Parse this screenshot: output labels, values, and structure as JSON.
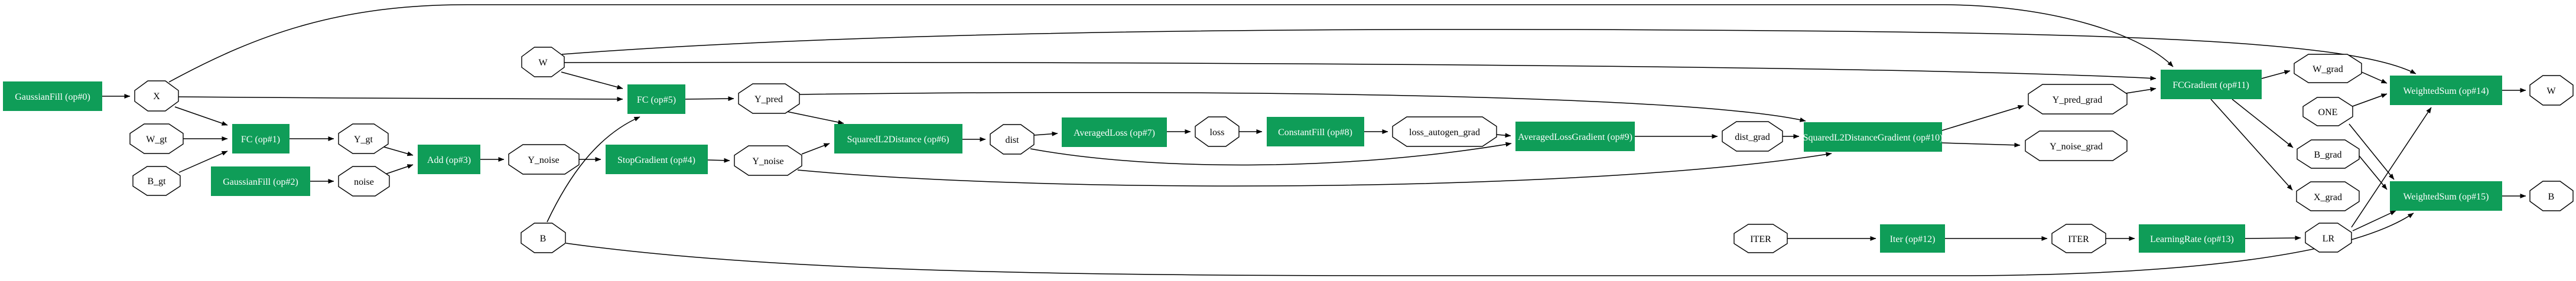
{
  "diagram": {
    "type": "dataflow-graph",
    "background_color": "#ffffff",
    "operator_fill_color": "#0f9d58",
    "operator_text_color": "#ffffff",
    "blob_fill_color": "#ffffff",
    "edge_color": "#000000",
    "operators": [
      {
        "id": "op0",
        "label": "GaussianFill (op#0)"
      },
      {
        "id": "op1",
        "label": "FC (op#1)"
      },
      {
        "id": "op2",
        "label": "GaussianFill (op#2)"
      },
      {
        "id": "op3",
        "label": "Add (op#3)"
      },
      {
        "id": "op4",
        "label": "StopGradient (op#4)"
      },
      {
        "id": "op5",
        "label": "FC (op#5)"
      },
      {
        "id": "op6",
        "label": "SquaredL2Distance (op#6)"
      },
      {
        "id": "op7",
        "label": "AveragedLoss (op#7)"
      },
      {
        "id": "op8",
        "label": "ConstantFill (op#8)"
      },
      {
        "id": "op9",
        "label": "AveragedLossGradient (op#9)"
      },
      {
        "id": "op10",
        "label": "SquaredL2DistanceGradient (op#10)"
      },
      {
        "id": "op11",
        "label": "FCGradient (op#11)"
      },
      {
        "id": "op12",
        "label": "Iter (op#12)"
      },
      {
        "id": "op13",
        "label": "LearningRate (op#13)"
      },
      {
        "id": "op14",
        "label": "WeightedSum (op#14)"
      },
      {
        "id": "op15",
        "label": "WeightedSum (op#15)"
      }
    ],
    "blobs": [
      {
        "id": "X",
        "label": "X"
      },
      {
        "id": "W_gt",
        "label": "W_gt"
      },
      {
        "id": "B_gt",
        "label": "B_gt"
      },
      {
        "id": "Y_gt",
        "label": "Y_gt"
      },
      {
        "id": "noise",
        "label": "noise"
      },
      {
        "id": "Y_noise_1",
        "label": "Y_noise"
      },
      {
        "id": "W_1",
        "label": "W"
      },
      {
        "id": "Y_noise_2",
        "label": "Y_noise"
      },
      {
        "id": "Y_pred",
        "label": "Y_pred"
      },
      {
        "id": "dist",
        "label": "dist"
      },
      {
        "id": "loss",
        "label": "loss"
      },
      {
        "id": "loss_autogen_grad",
        "label": "loss_autogen_grad"
      },
      {
        "id": "dist_grad",
        "label": "dist_grad"
      },
      {
        "id": "Y_pred_grad",
        "label": "Y_pred_grad"
      },
      {
        "id": "Y_noise_grad",
        "label": "Y_noise_grad"
      },
      {
        "id": "W_grad",
        "label": "W_grad"
      },
      {
        "id": "ONE",
        "label": "ONE"
      },
      {
        "id": "B_grad",
        "label": "B_grad"
      },
      {
        "id": "X_grad",
        "label": "X_grad"
      },
      {
        "id": "LR",
        "label": "LR"
      },
      {
        "id": "ITER_1",
        "label": "ITER"
      },
      {
        "id": "ITER_2",
        "label": "ITER"
      },
      {
        "id": "W_2",
        "label": "W"
      },
      {
        "id": "B_2",
        "label": "B"
      },
      {
        "id": "B_1",
        "label": "B"
      }
    ]
  }
}
